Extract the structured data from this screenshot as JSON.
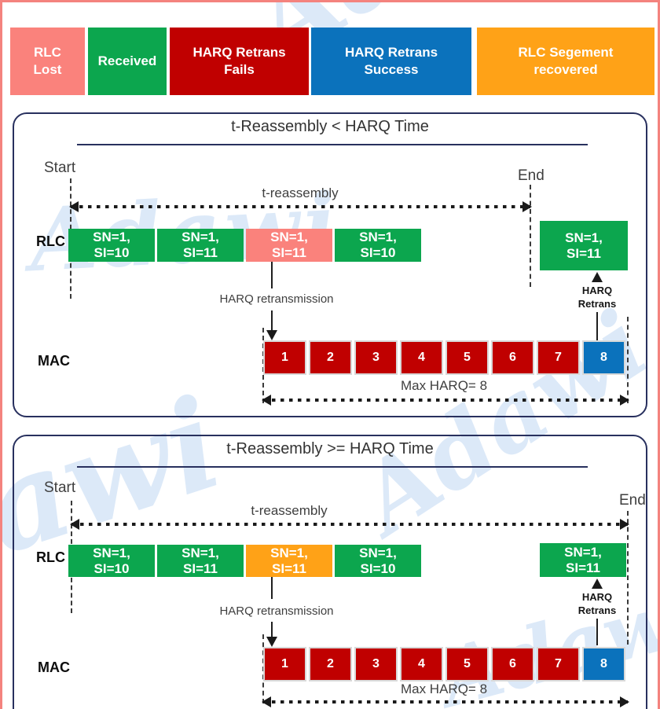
{
  "colors": {
    "lost": "#FA827C",
    "received": "#0CA64E",
    "fail": "#C00000",
    "success": "#0B72BC",
    "recovered": "#FFA217",
    "panel_border": "#28305E",
    "outer_border": "#F4837E",
    "watermark": "#DCE9F8"
  },
  "watermark": {
    "text": "Adawi"
  },
  "legend": {
    "items": [
      {
        "line1": "RLC",
        "line2": "Lost",
        "status": "lost"
      },
      {
        "line1": "Received",
        "line2": "",
        "status": "received"
      },
      {
        "line1": "HARQ Retrans",
        "line2": "Fails",
        "status": "fail"
      },
      {
        "line1": "HARQ Retrans",
        "line2": "Success",
        "status": "success"
      },
      {
        "line1": "RLC Segement",
        "line2": "recovered",
        "status": "recovered"
      }
    ]
  },
  "panel1": {
    "title": "t-Reassembly < HARQ Time",
    "start_label": "Start",
    "end_label": "End",
    "timer_label": "t-reassembly",
    "rlc_label": "RLC",
    "mac_label": "MAC",
    "harq_retransmission_label": "HARQ retransmission",
    "harq_retrans_line1": "HARQ",
    "harq_retrans_line2": "Retrans",
    "max_harq_label": "Max HARQ= 8",
    "rlc_blocks": [
      {
        "line1": "SN=1,",
        "line2": "SI=10",
        "status": "received"
      },
      {
        "line1": "SN=1,",
        "line2": "SI=11",
        "status": "received"
      },
      {
        "line1": "SN=1,",
        "line2": "SI=11",
        "status": "lost"
      },
      {
        "line1": "SN=1,",
        "line2": "SI=10",
        "status": "received"
      }
    ],
    "recovered_block": {
      "line1": "SN=1,",
      "line2": "SI=11",
      "status": "received"
    },
    "mac_blocks": [
      {
        "label": "1",
        "status": "fail"
      },
      {
        "label": "2",
        "status": "fail"
      },
      {
        "label": "3",
        "status": "fail"
      },
      {
        "label": "4",
        "status": "fail"
      },
      {
        "label": "5",
        "status": "fail"
      },
      {
        "label": "6",
        "status": "fail"
      },
      {
        "label": "7",
        "status": "fail"
      },
      {
        "label": "8",
        "status": "success"
      }
    ]
  },
  "panel2": {
    "title": "t-Reassembly >= HARQ Time",
    "start_label": "Start",
    "end_label": "End",
    "timer_label": "t-reassembly",
    "rlc_label": "RLC",
    "mac_label": "MAC",
    "harq_retransmission_label": "HARQ retransmission",
    "harq_retrans_line1": "HARQ",
    "harq_retrans_line2": "Retrans",
    "max_harq_label": "Max HARQ= 8",
    "rlc_blocks": [
      {
        "line1": "SN=1,",
        "line2": "SI=10",
        "status": "received"
      },
      {
        "line1": "SN=1,",
        "line2": "SI=11",
        "status": "received"
      },
      {
        "line1": "SN=1,",
        "line2": "SI=11",
        "status": "recovered"
      },
      {
        "line1": "SN=1,",
        "line2": "SI=10",
        "status": "received"
      }
    ],
    "recovered_block": {
      "line1": "SN=1,",
      "line2": "SI=11",
      "status": "received"
    },
    "mac_blocks": [
      {
        "label": "1",
        "status": "fail"
      },
      {
        "label": "2",
        "status": "fail"
      },
      {
        "label": "3",
        "status": "fail"
      },
      {
        "label": "4",
        "status": "fail"
      },
      {
        "label": "5",
        "status": "fail"
      },
      {
        "label": "6",
        "status": "fail"
      },
      {
        "label": "7",
        "status": "fail"
      },
      {
        "label": "8",
        "status": "success"
      }
    ]
  }
}
